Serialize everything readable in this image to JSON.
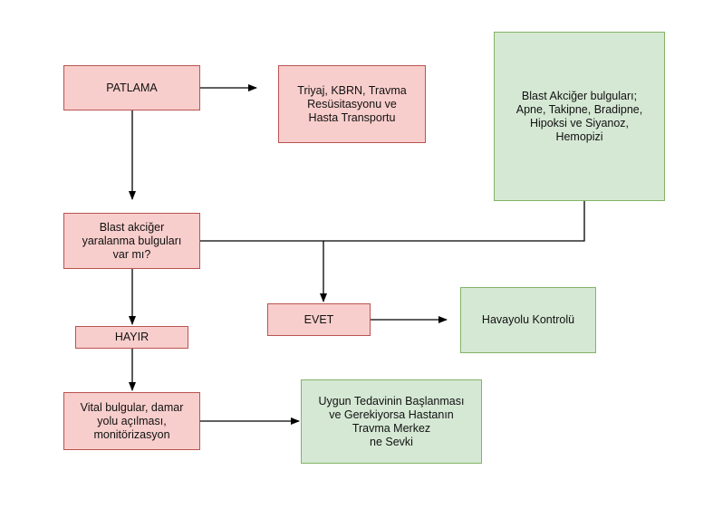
{
  "nodes": {
    "patlama": "PATLAMA",
    "triyaj": "Triyaj, KBRN, Travma\nResüsitasyonu ve\nHasta Transportu",
    "blast_findings": "Blast Akciğer bulguları;\nApne, Takipne, Bradipne,\nHipoksi ve Siyanoz,\nHemopizi",
    "blast_question": "Blast akciğer\nyaralanma bulguları\nvar mı?",
    "evet": "EVET",
    "havayolu": "Havayolu Kontrolü",
    "hayir": "HAYIR",
    "vital": "Vital bulgular, damar\nyolu açılması,\nmonitörizasyon",
    "uygun": "Uygun Tedavinin Başlanması\nve Gerekiyorsa Hastanın\nTravma Merkez\nne Sevki"
  },
  "colors": {
    "pink_fill": "#f8cecc",
    "pink_stroke": "#b85450",
    "green_fill": "#d5e8d4",
    "green_stroke": "#82b366",
    "edge": "#000000"
  }
}
